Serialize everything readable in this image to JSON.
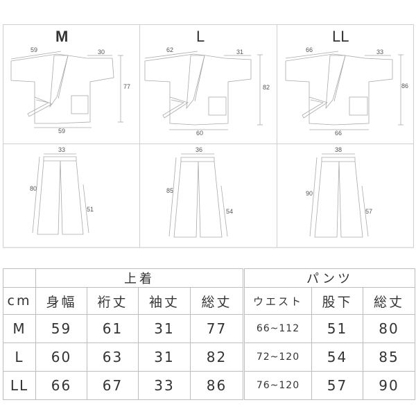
{
  "jackets": [
    {
      "size": "M",
      "yuki_top": "59",
      "sleeve": "30",
      "length": "77",
      "width": "59"
    },
    {
      "size": "L",
      "yuki_top": "62",
      "sleeve": "31",
      "length": "82",
      "width": "60"
    },
    {
      "size": "LL",
      "yuki_top": "66",
      "sleeve": "33",
      "length": "86",
      "width": "66"
    }
  ],
  "pants": [
    {
      "waist": "33",
      "total": "80",
      "inseam": "51"
    },
    {
      "waist": "36",
      "total": "85",
      "inseam": "54"
    },
    {
      "waist": "38",
      "total": "90",
      "inseam": "57"
    }
  ],
  "table": {
    "group_jacket": "上着",
    "group_pants": "パンツ",
    "unit": "cm",
    "headers": [
      "身幅",
      "裄丈",
      "袖丈",
      "総丈",
      "ウエスト",
      "股下",
      "総丈"
    ],
    "rows": [
      {
        "size": "M",
        "values": [
          "59",
          "61",
          "31",
          "77",
          "66~112",
          "51",
          "80"
        ]
      },
      {
        "size": "L",
        "values": [
          "60",
          "63",
          "31",
          "82",
          "72~120",
          "54",
          "85"
        ]
      },
      {
        "size": "LL",
        "values": [
          "66",
          "67",
          "33",
          "86",
          "76~120",
          "57",
          "90"
        ]
      }
    ]
  }
}
